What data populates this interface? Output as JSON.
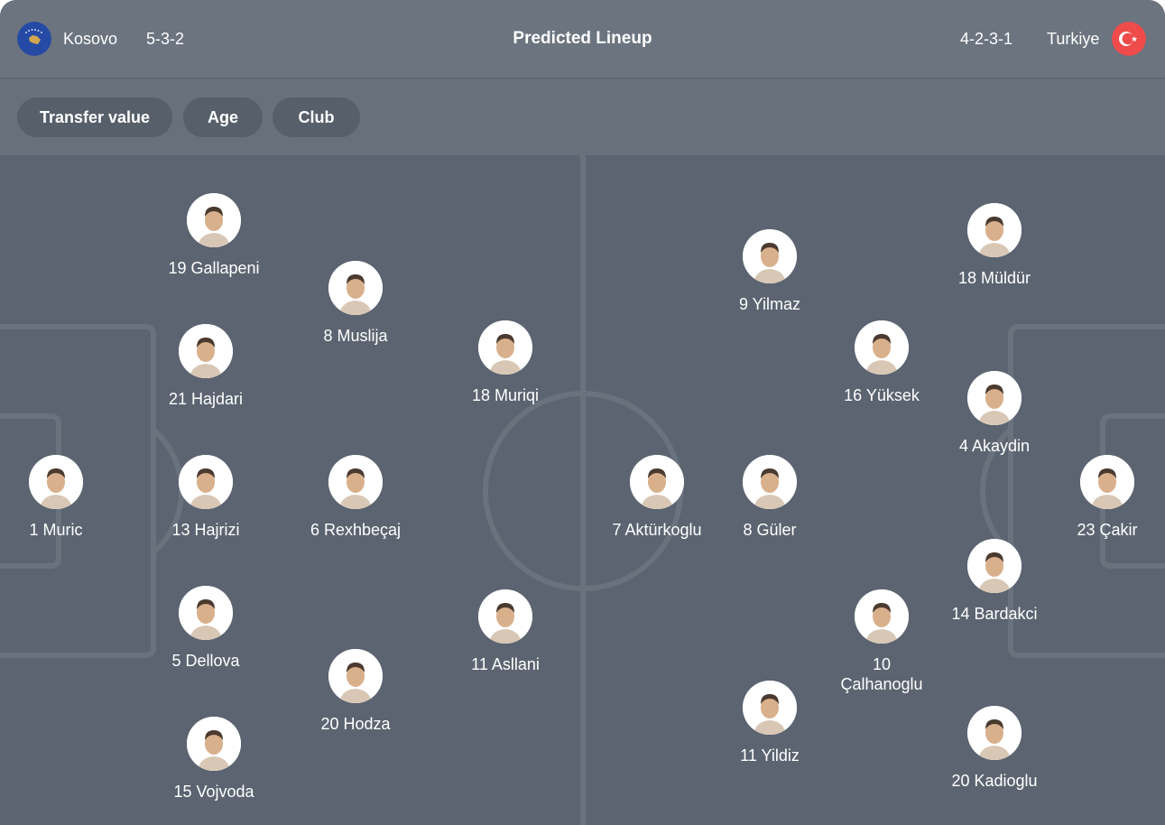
{
  "header": {
    "title": "Predicted Lineup",
    "home_team": {
      "name": "Kosovo",
      "formation": "5-3-2",
      "flag_icon": "kosovo-flag-icon",
      "flag_color": "#244aa5"
    },
    "away_team": {
      "name": "Turkiye",
      "formation": "4-2-3-1",
      "flag_icon": "turkiye-flag-icon",
      "flag_color": "#e30a17"
    }
  },
  "filters": [
    {
      "label": "Transfer value"
    },
    {
      "label": "Age"
    },
    {
      "label": "Club"
    }
  ],
  "colors": {
    "pitch": "#5b6470",
    "lines": "#69727d",
    "header": "#6b747f",
    "chip": "#565f6a"
  },
  "home_players": [
    {
      "name": "1 Muric"
    },
    {
      "name": "19 Gallapeni"
    },
    {
      "name": "21 Hajdari"
    },
    {
      "name": "13 Hajrizi"
    },
    {
      "name": "5 Dellova"
    },
    {
      "name": "15 Vojvoda"
    },
    {
      "name": "8 Muslija"
    },
    {
      "name": "6 Rexhbeçaj"
    },
    {
      "name": "20 Hodza"
    },
    {
      "name": "18 Muriqi"
    },
    {
      "name": "11 Asllani"
    }
  ],
  "away_players": [
    {
      "name": "23 Çakir"
    },
    {
      "name": "18 Müldür"
    },
    {
      "name": "4 Akaydin"
    },
    {
      "name": "14 Bardakci"
    },
    {
      "name": "20 Kadioglu"
    },
    {
      "name": "16 Yüksek"
    },
    {
      "name": "10 Çalhanoglu"
    },
    {
      "name": "9 Yilmaz"
    },
    {
      "name": "8 Güler"
    },
    {
      "name": "11 Yildiz"
    },
    {
      "name": "7 Aktürkoglu"
    }
  ]
}
